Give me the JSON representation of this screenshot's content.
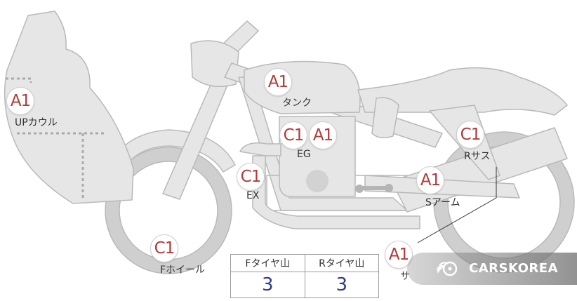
{
  "parts": [
    {
      "id": "up-cowl",
      "grade": "A1",
      "label": "UPカウル"
    },
    {
      "id": "tank",
      "grade": "A1",
      "label": "タンク"
    },
    {
      "id": "eg-1",
      "grade": "C1",
      "label": ""
    },
    {
      "id": "eg-2",
      "grade": "A1",
      "label": "EG"
    },
    {
      "id": "ex",
      "grade": "C1",
      "label": "EX"
    },
    {
      "id": "r-sus",
      "grade": "C1",
      "label": "Rサス"
    },
    {
      "id": "s-arm",
      "grade": "A1",
      "label": "Sアーム"
    },
    {
      "id": "f-wheel",
      "grade": "C1",
      "label": "Fホイール"
    },
    {
      "id": "bottom-right",
      "grade": "A1",
      "label": "サ"
    }
  ],
  "tire_tread": {
    "front_label": "Fタイヤ山",
    "front_value": "3",
    "rear_label": "Rタイヤ山",
    "rear_value": "3"
  },
  "watermark": {
    "text": "CARSKOREA",
    "icon": "flame-steering-icon"
  },
  "colors": {
    "part_fill": "#e6e6e6",
    "part_stroke": "#b9b9b9",
    "grade_text": "#b23a3a",
    "value_text": "#2e3f8a"
  }
}
